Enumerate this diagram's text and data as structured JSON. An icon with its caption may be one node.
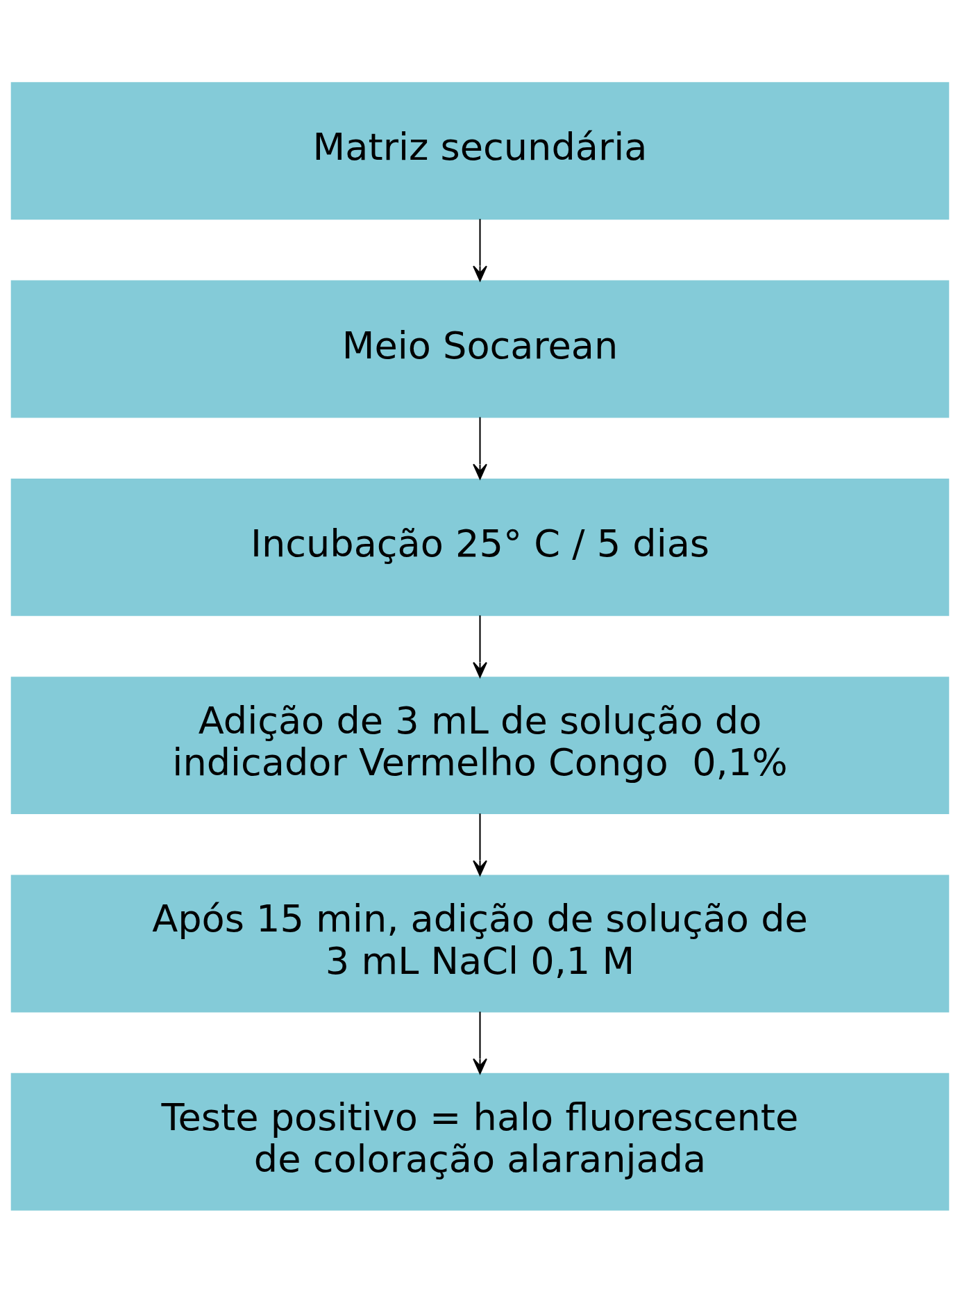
{
  "diagram": {
    "nodes": [
      {
        "text": [
          "Matriz secundária"
        ]
      },
      {
        "text": [
          "Meio Socarean"
        ]
      },
      {
        "text": [
          "Incubação 25° C / 5 dias"
        ]
      },
      {
        "text": [
          "Adição de 3 mL de solução do indicador Vermelho Congo  0,1%"
        ]
      },
      {
        "text": [
          "Após 15 min, adição de solução de 3 mL NaCl 0,1 M"
        ]
      },
      {
        "text": [
          "Teste positivo = halo fluorescente de coloração alaranjada"
        ]
      }
    ],
    "edges": [
      {
        "from": 0,
        "to": 1,
        "arrow": "to"
      },
      {
        "from": 1,
        "to": 2,
        "arrow": "to"
      },
      {
        "from": 2,
        "to": 3,
        "arrow": "to"
      },
      {
        "from": 3,
        "to": 4,
        "arrow": "to"
      },
      {
        "from": 4,
        "to": 5,
        "arrow": "to"
      }
    ]
  }
}
